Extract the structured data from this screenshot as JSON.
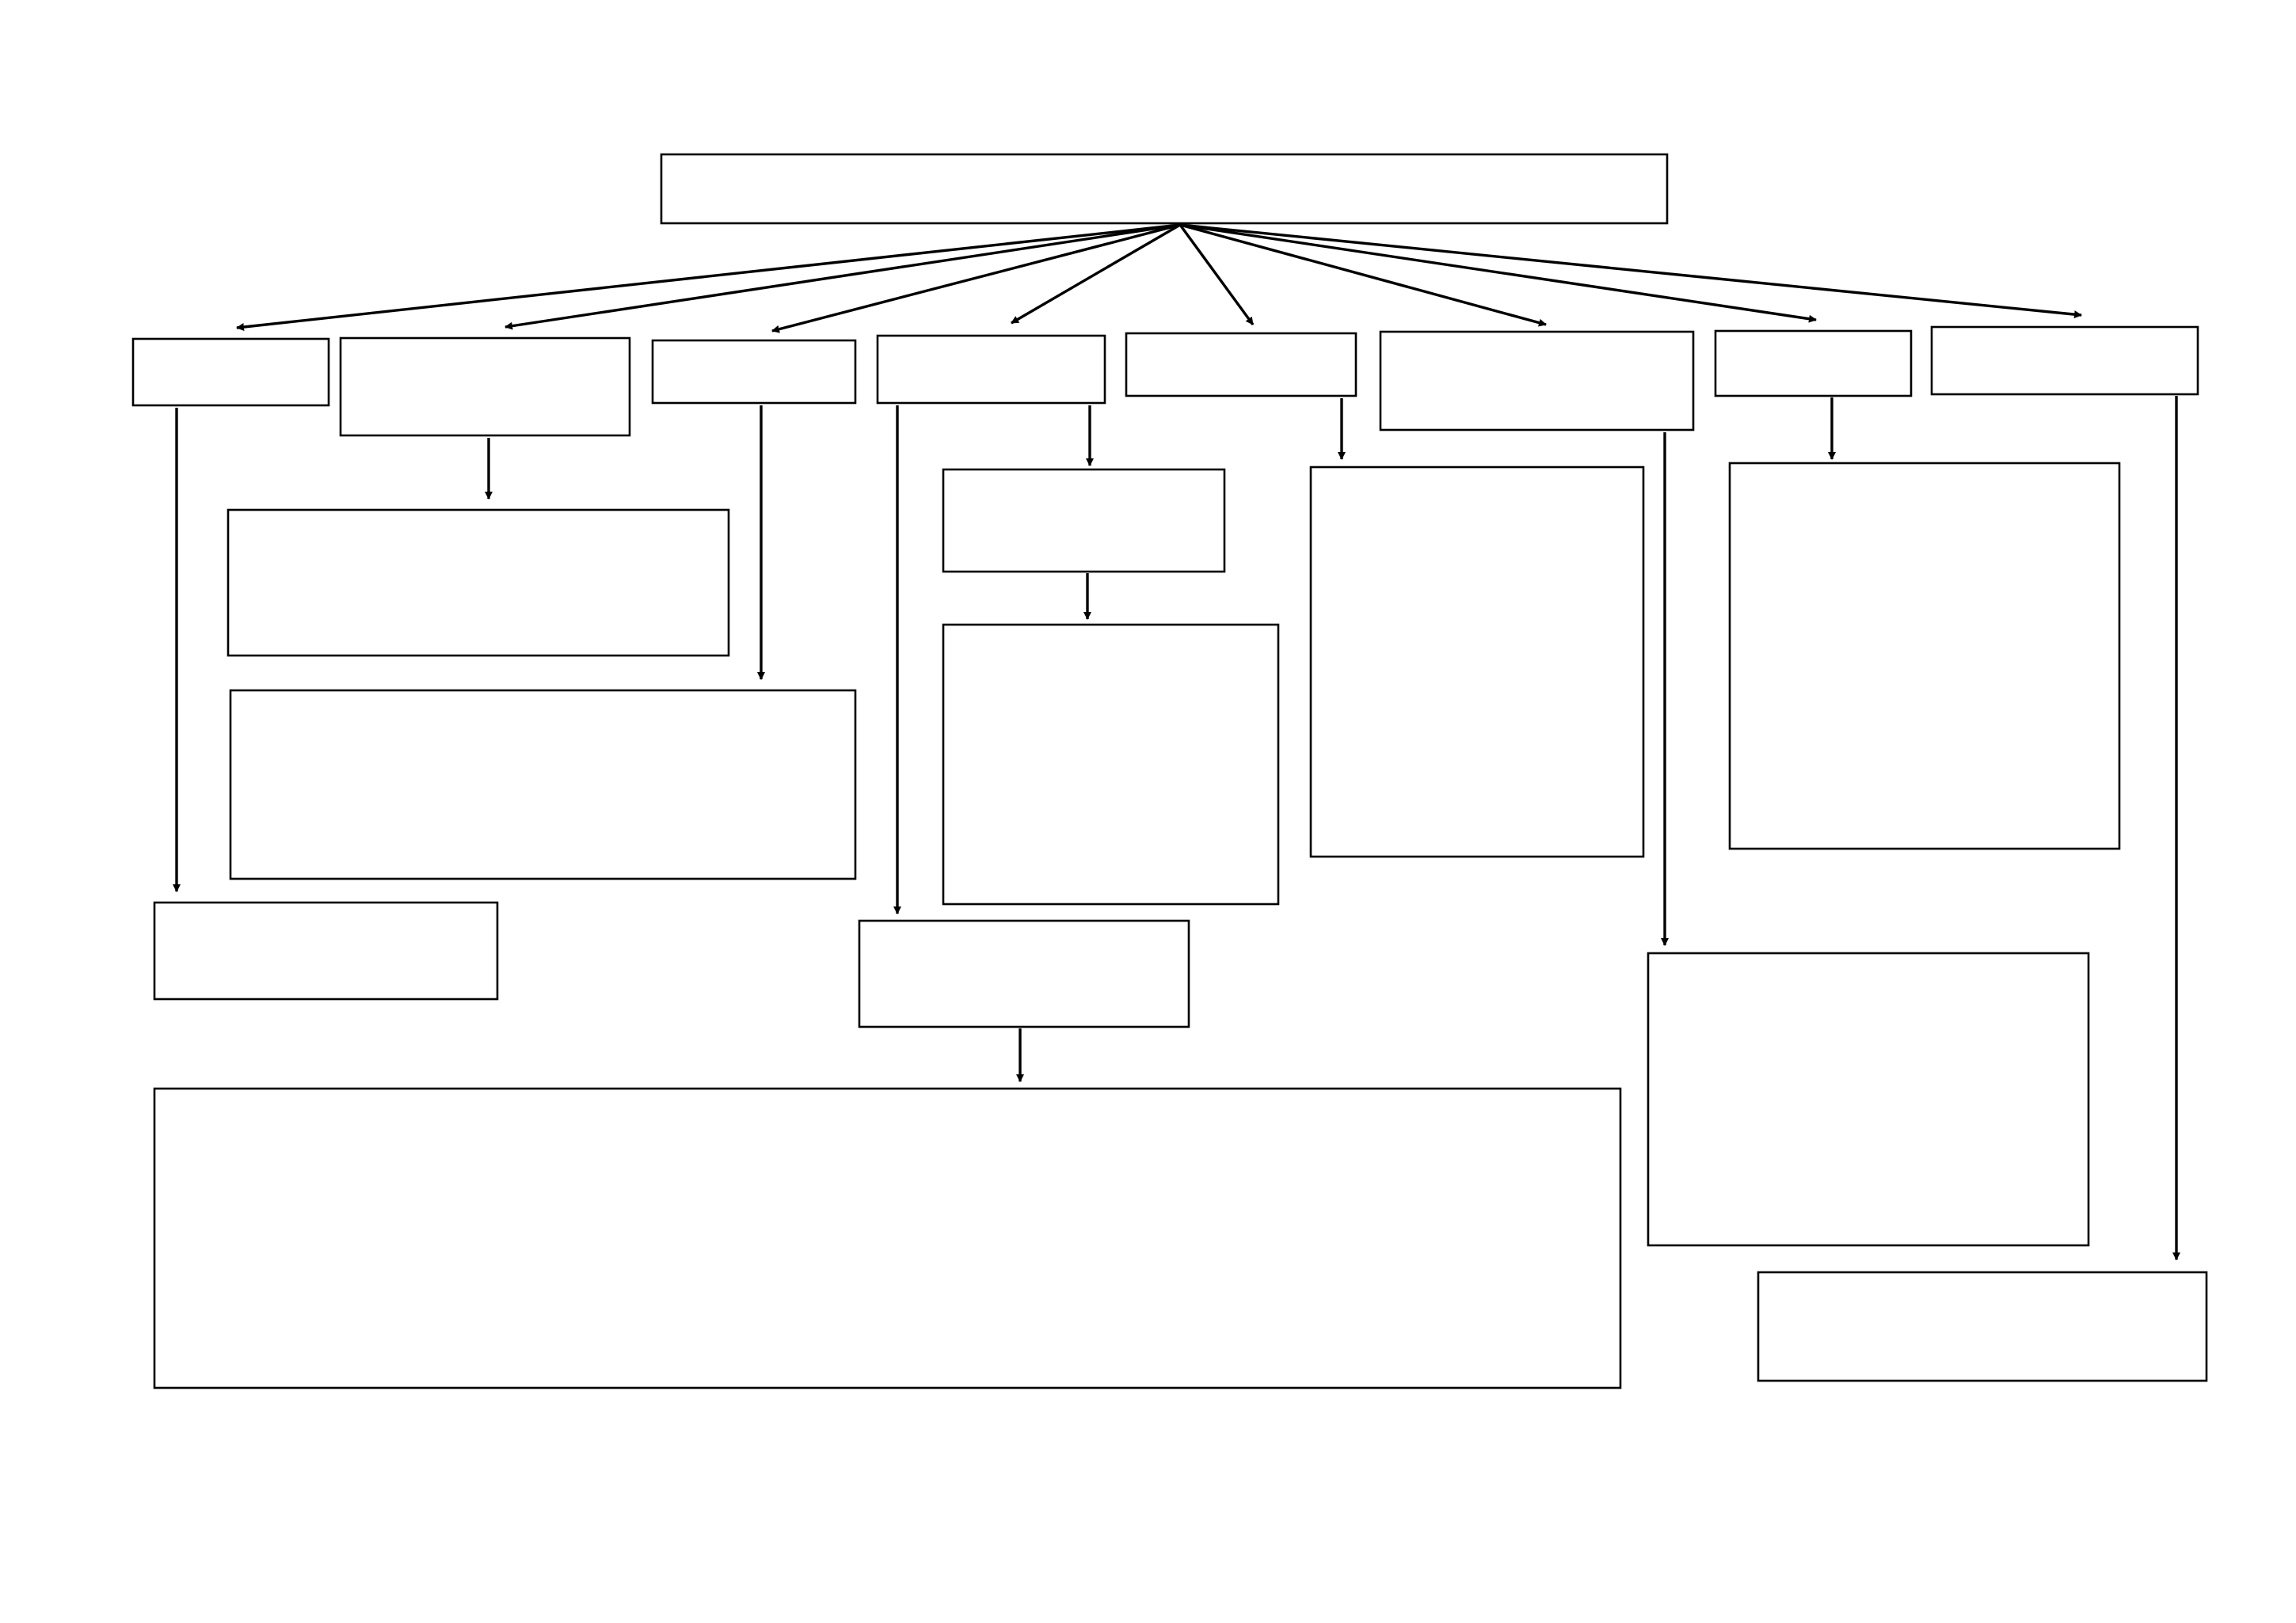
{
  "diagram": {
    "type": "flowchart",
    "style": {
      "line_color": "#000000",
      "box_fill": "#ffffff",
      "background": "#ffffff"
    },
    "nodes": [
      {
        "id": "root",
        "label": ""
      },
      {
        "id": "branch-1",
        "label": ""
      },
      {
        "id": "branch-2",
        "label": ""
      },
      {
        "id": "branch-3",
        "label": ""
      },
      {
        "id": "branch-4",
        "label": ""
      },
      {
        "id": "branch-5",
        "label": ""
      },
      {
        "id": "branch-6",
        "label": ""
      },
      {
        "id": "branch-7",
        "label": ""
      },
      {
        "id": "branch-8",
        "label": ""
      },
      {
        "id": "branch-2-child",
        "label": ""
      },
      {
        "id": "branch-3-child",
        "label": ""
      },
      {
        "id": "branch-1-child",
        "label": ""
      },
      {
        "id": "branch-4-child-a",
        "label": ""
      },
      {
        "id": "branch-4-child-a-sub",
        "label": ""
      },
      {
        "id": "branch-4-child-b",
        "label": ""
      },
      {
        "id": "branch-4-child-b-sub",
        "label": ""
      },
      {
        "id": "branch-5-child",
        "label": ""
      },
      {
        "id": "branch-6-child",
        "label": ""
      },
      {
        "id": "branch-7-child",
        "label": ""
      },
      {
        "id": "branch-8-child",
        "label": ""
      }
    ],
    "edges": [
      {
        "from": "root",
        "to": "branch-1"
      },
      {
        "from": "root",
        "to": "branch-2"
      },
      {
        "from": "root",
        "to": "branch-3"
      },
      {
        "from": "root",
        "to": "branch-4"
      },
      {
        "from": "root",
        "to": "branch-5"
      },
      {
        "from": "root",
        "to": "branch-6"
      },
      {
        "from": "root",
        "to": "branch-7"
      },
      {
        "from": "root",
        "to": "branch-8"
      },
      {
        "from": "branch-1",
        "to": "branch-1-child"
      },
      {
        "from": "branch-2",
        "to": "branch-2-child"
      },
      {
        "from": "branch-3",
        "to": "branch-3-child"
      },
      {
        "from": "branch-4",
        "to": "branch-4-child-a"
      },
      {
        "from": "branch-4-child-a",
        "to": "branch-4-child-a-sub"
      },
      {
        "from": "branch-4",
        "to": "branch-4-child-b"
      },
      {
        "from": "branch-4-child-b",
        "to": "branch-4-child-b-sub"
      },
      {
        "from": "branch-5",
        "to": "branch-5-child"
      },
      {
        "from": "branch-6",
        "to": "branch-6-child"
      },
      {
        "from": "branch-7",
        "to": "branch-7-child"
      },
      {
        "from": "branch-8",
        "to": "branch-8-child"
      }
    ]
  }
}
